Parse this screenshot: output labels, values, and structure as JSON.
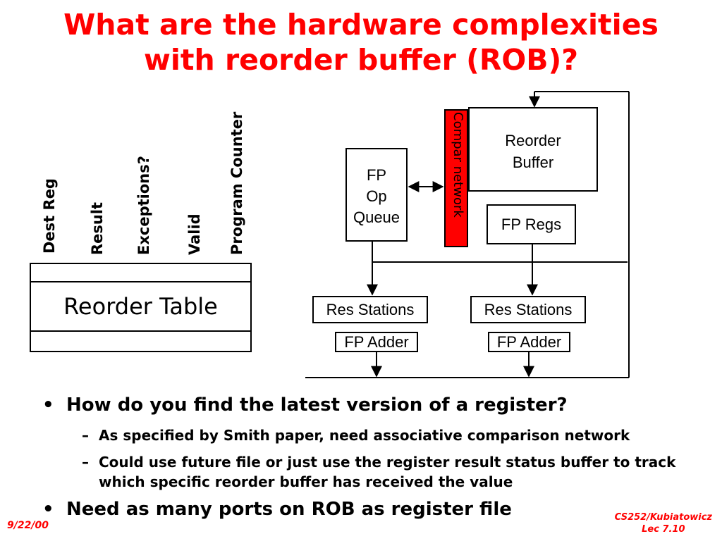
{
  "slide": {
    "title_line1": "What are the hardware complexities",
    "title_line2": "with reorder buffer (ROB)?"
  },
  "reorder_table": {
    "columns": [
      "Dest Reg",
      "Result",
      "Exceptions?",
      "Valid",
      "Program Counter"
    ],
    "label": "Reorder Table"
  },
  "diagram": {
    "fp_op_queue": [
      "FP",
      "Op",
      "Queue"
    ],
    "compar_network": "Compar network",
    "reorder_buffer": [
      "Reorder",
      "Buffer"
    ],
    "fp_regs": "FP Regs",
    "res_stations_left": "Res Stations",
    "res_stations_right": "Res Stations",
    "fp_adder_left": "FP Adder",
    "fp_adder_right": "FP Adder"
  },
  "bullets": [
    {
      "text": "How do you find the latest version of a register?",
      "subs": [
        "As specified by Smith paper, need associative comparison network",
        "Could use future file or just use the register result status buffer to track which specific reorder buffer has received the value"
      ]
    },
    {
      "text": "Need as many ports on ROB as register file",
      "subs": []
    }
  ],
  "footer": {
    "date": "9/22/00",
    "course": "CS252/Kubiatowicz",
    "lecture": "Lec 7.10"
  },
  "colors": {
    "title": "#ff0000",
    "compar_network_fill": "#ff0000",
    "footer": "#ff0000"
  }
}
